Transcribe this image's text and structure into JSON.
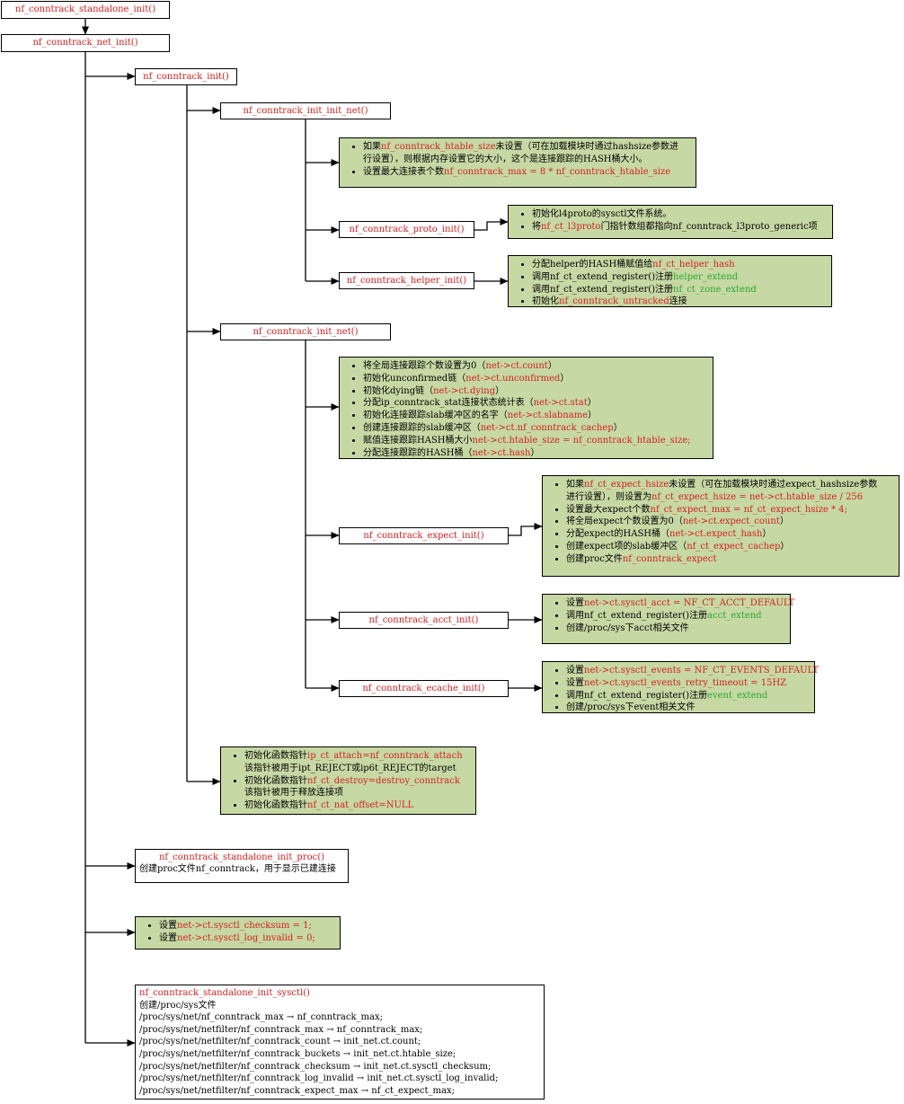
{
  "functions": {
    "standalone_init": "nf_conntrack_standalone_init()",
    "net_init": "nf_conntrack_net_init()",
    "init": "nf_conntrack_init()",
    "init_init_net": "nf_conntrack_init_init_net()",
    "proto_init": "nf_conntrack_proto_init()",
    "helper_init": "nf_conntrack_helper_init()",
    "init_net": "nf_conntrack_init_net()",
    "expect_init": "nf_conntrack_expect_init()",
    "acct_init": "nf_conntrack_acct_init()",
    "ecache_init": "nf_conntrack_ecache_init()"
  },
  "notes": {
    "init_init_net": [
      [
        {
          "t": "如果"
        },
        {
          "t": "nf_conntrack_htable_size",
          "c": "r"
        },
        {
          "t": "未设置（可在加载模块时通过hashsize参数进"
        }
      ],
      [
        {
          "t": "行设置），则根据内存设置它的大小，这个是连接跟踪的HASH桶大小。"
        }
      ],
      [
        {
          "t": "设置最大连接表个数"
        },
        {
          "t": "nf_conntrack_max = 8 * nf_conntrack_htable_size",
          "c": "r"
        }
      ]
    ],
    "proto_init": [
      [
        {
          "t": "初始化l4proto的sysctl文件系统。"
        }
      ],
      [
        {
          "t": "将"
        },
        {
          "t": "nf_ct_l3proto",
          "c": "r"
        },
        {
          "t": "门指针数组都指向nf_conntrack_l3proto_generic项"
        }
      ]
    ],
    "helper_init": [
      [
        {
          "t": "分配helper的HASH桶赋值给"
        },
        {
          "t": "nf_ct_helper_hash",
          "c": "r"
        }
      ],
      [
        {
          "t": "调用nf_ct_extend_register()注册"
        },
        {
          "t": "helper_extend",
          "c": "g"
        }
      ],
      [
        {
          "t": "调用nf_ct_extend_register()注册"
        },
        {
          "t": "nf_ct_zone_extend",
          "c": "g"
        }
      ],
      [
        {
          "t": "初始化"
        },
        {
          "t": "nf_conntrack_untracked",
          "c": "r"
        },
        {
          "t": "连接"
        }
      ]
    ],
    "init_net": [
      [
        {
          "t": "将全局连接跟踪个数设置为0（"
        },
        {
          "t": "net->ct.count",
          "c": "r"
        },
        {
          "t": "）"
        }
      ],
      [
        {
          "t": "初始化unconfirmed链（"
        },
        {
          "t": "net->ct.unconfirmed",
          "c": "r"
        },
        {
          "t": "）"
        }
      ],
      [
        {
          "t": "初始化dying链（"
        },
        {
          "t": "net->ct.dying",
          "c": "r"
        },
        {
          "t": "）"
        }
      ],
      [
        {
          "t": "分配ip_conntrack_stat连接状态统计表（"
        },
        {
          "t": "net->ct.stat",
          "c": "r"
        },
        {
          "t": "）"
        }
      ],
      [
        {
          "t": "初始化连接跟踪slab缓冲区的名字（"
        },
        {
          "t": "net->ct.slabname",
          "c": "r"
        },
        {
          "t": "）"
        }
      ],
      [
        {
          "t": "创建连接跟踪的slab缓冲区（"
        },
        {
          "t": "net->ct.nf_conntrack_cachep",
          "c": "r"
        },
        {
          "t": "）"
        }
      ],
      [
        {
          "t": "赋值连接跟踪HASH桶大小"
        },
        {
          "t": "net->ct.htable_size = nf_conntrack_htable_size;",
          "c": "r"
        }
      ],
      [
        {
          "t": "分配连接跟踪的HASH桶（"
        },
        {
          "t": "net->ct.hash",
          "c": "r"
        },
        {
          "t": "）"
        }
      ]
    ],
    "expect_init": [
      [
        {
          "t": "如果"
        },
        {
          "t": "nf_ct_expect_hsize",
          "c": "r"
        },
        {
          "t": "未设置（可在加载模块时通过expect_hashsize参数"
        }
      ],
      [
        {
          "t": "进行设置），则设置为"
        },
        {
          "t": "nf_ct_expect_hsize = net->ct.htable_size / 256",
          "c": "r"
        }
      ],
      [
        {
          "t": "设置最大expect个数"
        },
        {
          "t": "nf_ct_expect_max = nf_ct_expect_hsize * 4;",
          "c": "r"
        }
      ],
      [
        {
          "t": "将全局expect个数设置为0（"
        },
        {
          "t": "net->ct.expect_count",
          "c": "r"
        },
        {
          "t": "）"
        }
      ],
      [
        {
          "t": "分配expect的HASH桶（"
        },
        {
          "t": "net->ct.expect_hash",
          "c": "r"
        },
        {
          "t": "）"
        }
      ],
      [
        {
          "t": "创建expect项的slab缓冲区（"
        },
        {
          "t": "nf_ct_expect_cachep",
          "c": "r"
        },
        {
          "t": "）"
        }
      ],
      [
        {
          "t": "创建proc文件"
        },
        {
          "t": "nf_conntrack_expect",
          "c": "r"
        }
      ]
    ],
    "acct_init": [
      [
        {
          "t": "设置"
        },
        {
          "t": "net->ct.sysctl_acct = NF_CT_ACCT_DEFAULT",
          "c": "r"
        }
      ],
      [
        {
          "t": "调用nf_ct_extend_register()注册"
        },
        {
          "t": "acct_extend",
          "c": "g"
        }
      ],
      [
        {
          "t": "创建/proc/sys下acct相关文件"
        }
      ]
    ],
    "ecache_init": [
      [
        {
          "t": "设置"
        },
        {
          "t": "net->ct.sysctl_events = NF_CT_EVENTS_DEFAULT",
          "c": "r"
        }
      ],
      [
        {
          "t": "设置"
        },
        {
          "t": "net->ct.sysctl_events_retry_timeout = 15HZ",
          "c": "r"
        }
      ],
      [
        {
          "t": "调用nf_ct_extend_register()注册"
        },
        {
          "t": "event_extend",
          "c": "g"
        }
      ],
      [
        {
          "t": "创建/proc/sys下event相关文件"
        }
      ]
    ],
    "attach": [
      [
        {
          "t": "初始化函数指针"
        },
        {
          "t": "ip_ct_attach=nf_conntrack_attach",
          "c": "r"
        }
      ],
      [
        {
          "t": "该指针被用于ipt_REJECT或ip6t_REJECT的target"
        }
      ],
      [
        {
          "t": "初始化函数指针"
        },
        {
          "t": "nf_ct_destroy=destroy_conntrack",
          "c": "r"
        }
      ],
      [
        {
          "t": "该指针被用于释放连接项"
        }
      ],
      [
        {
          "t": "初始化函数指针"
        },
        {
          "t": "nf_ct_nat_offset=NULL",
          "c": "r"
        }
      ]
    ],
    "checksum": [
      [
        {
          "t": "设置"
        },
        {
          "t": "net->ct.sysctl_checksum = 1;",
          "c": "r"
        }
      ],
      [
        {
          "t": "设置"
        },
        {
          "t": "net->ct.sysctl_log_invalid = 0;",
          "c": "r"
        }
      ]
    ]
  },
  "standalone_proc": {
    "title": "nf_conntrack_standalone_init_proc()",
    "desc": "创建proc文件nf_conntrack，用于显示已建连接"
  },
  "standalone_sysctl": {
    "title": "nf_conntrack_standalone_init_sysctl()",
    "lines": [
      "创建/proc/sys文件",
      "/proc/sys/net/nf_conntrack_max → nf_conntrack_max;",
      "/proc/sys/net/netfilter/nf_conntrack_max → nf_conntrack_max;",
      "/proc/sys/net/netfilter/nf_conntrack_count → init_net.ct.count;",
      "/proc/sys/net/netfilter/nf_conntrack_buckets → init_net.ct.htable_size;",
      "/proc/sys/net/netfilter/nf_conntrack_checksum → init_net.ct.sysctl_checksum;",
      "/proc/sys/net/netfilter/nf_conntrack_log_invalid → init_net.ct.sysctl_log_invalid;",
      "/proc/sys/net/netfilter/nf_conntrack_expect_max → nf_ct_expect_max;"
    ]
  },
  "colors": {
    "accent_red": "#d42020",
    "accent_green": "#2aa832",
    "note_fill": "#c6d8a4"
  }
}
